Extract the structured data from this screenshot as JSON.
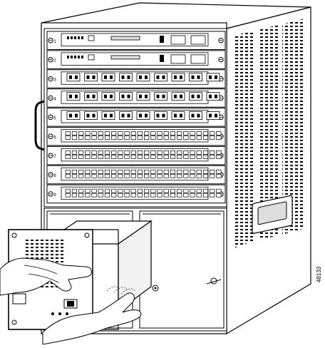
{
  "figure": {
    "id_label": "48133",
    "slot_numbers": [
      "1",
      "2",
      "3",
      "4",
      "5",
      "6",
      "7",
      "8",
      "9"
    ]
  },
  "colors": {
    "line": "#000000",
    "fill": "#ffffff",
    "shade": "#d8d8d8"
  }
}
